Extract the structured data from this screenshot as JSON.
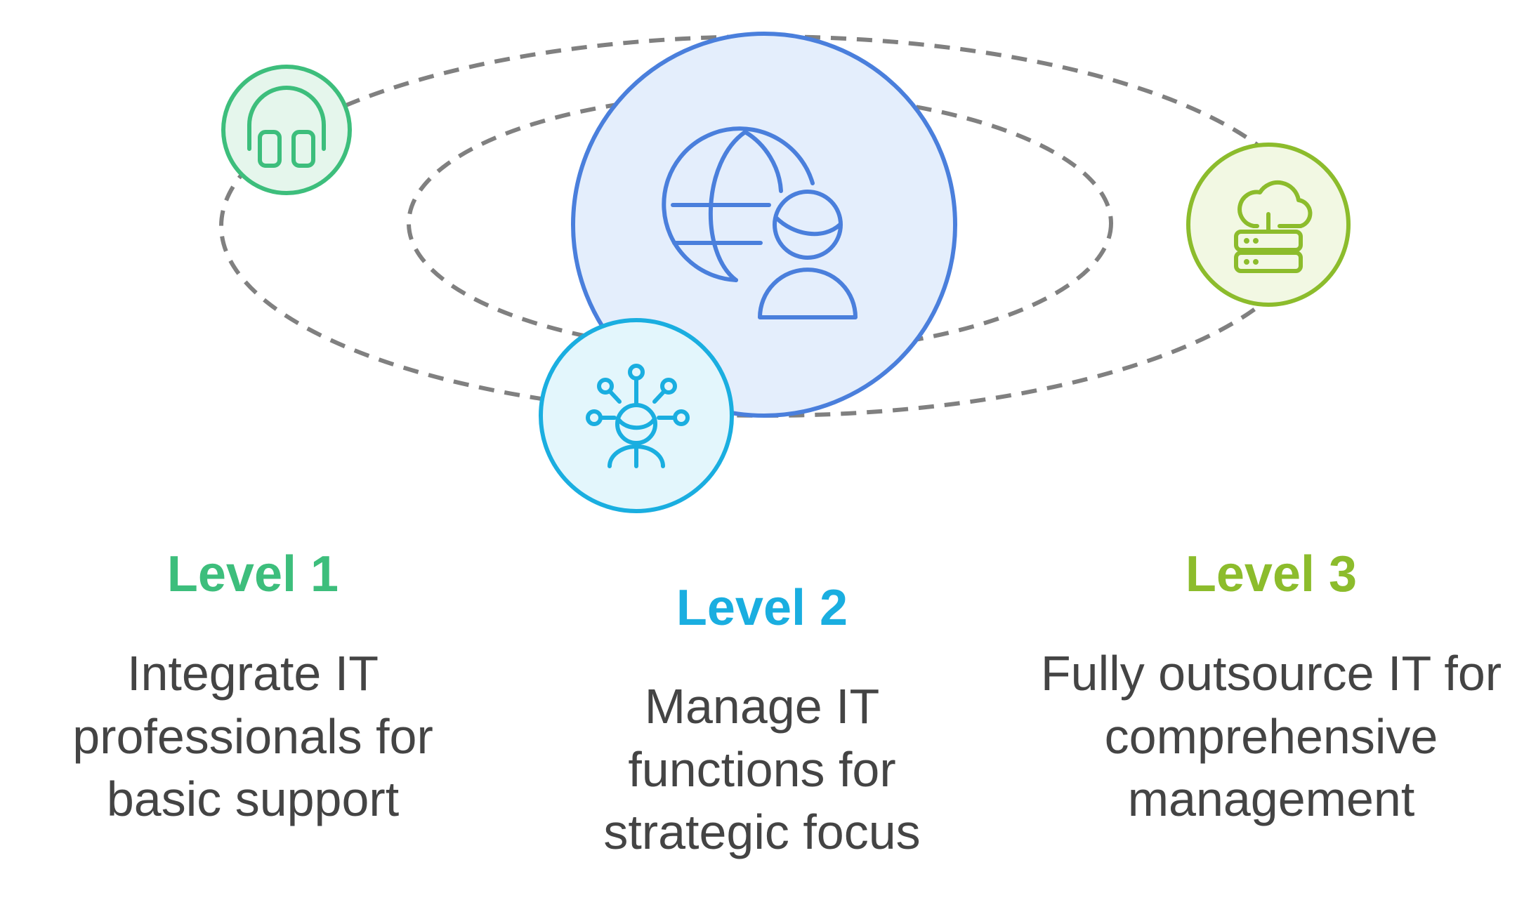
{
  "colors": {
    "orbit": "#808080",
    "level1": "#3DBE7C",
    "level1_fill": "#E5F6EC",
    "level2": "#1AAEE0",
    "level2_fill": "#E3F6FC",
    "level3": "#8CBC2C",
    "level3_fill": "#F2F8E3",
    "center": "#4A7FDC",
    "center_fill": "#E4EEFC",
    "text": "#444444"
  },
  "center": {
    "icon": "globe-user-icon"
  },
  "levels": [
    {
      "title": "Level 1",
      "description": "Integrate IT professionals for basic support",
      "icon": "headset-icon"
    },
    {
      "title": "Level 2",
      "description": "Manage IT functions for strategic focus",
      "icon": "network-user-icon"
    },
    {
      "title": "Level 3",
      "description": "Fully outsource IT for comprehensive management",
      "icon": "cloud-server-icon"
    }
  ]
}
